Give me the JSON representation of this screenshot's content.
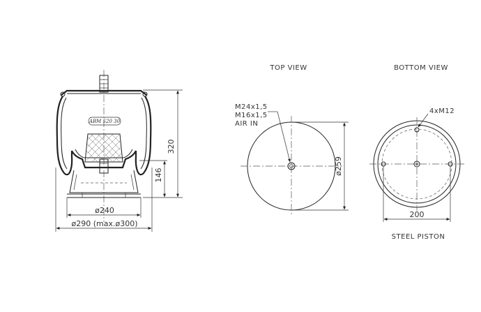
{
  "views": {
    "top_view_title": "TOP VIEW",
    "bottom_view_title": "BOTTOM VIEW",
    "piston_label": "STEEL PISTON"
  },
  "side_view": {
    "stamp_text": "ABM 520 30",
    "dim_height_total": "320",
    "dim_height_piston": "146",
    "dim_dia_piston": "ø240",
    "dim_dia_bellow": "ø290 (max.ø300)"
  },
  "top_view": {
    "thread_1": "M24x1,5",
    "thread_2": "M16x1,5",
    "port": "AIR IN",
    "dim_dia": "ø259"
  },
  "bottom_view": {
    "thread_bolts": "4xM12",
    "dim_span": "200"
  }
}
